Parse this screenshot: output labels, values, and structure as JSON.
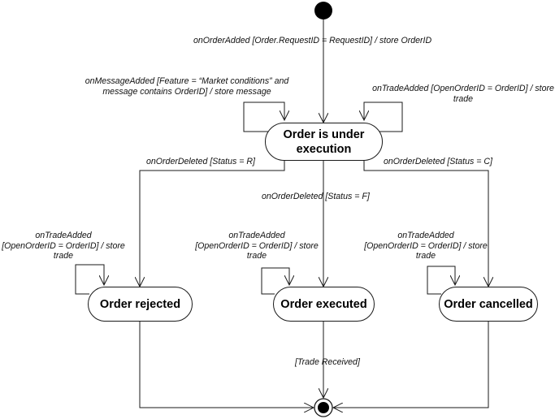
{
  "states": {
    "under_execution": {
      "line1": "Order is under",
      "line2": "execution"
    },
    "rejected": "Order rejected",
    "executed": "Order executed",
    "cancelled": "Order cancelled"
  },
  "transitions": {
    "order_added": "onOrderAdded [Order.RequestID = RequestID] / store OrderID",
    "message_added": {
      "line1": "onMessageAdded [Feature = “Market conditions” and",
      "line2": "message contains OrderID] / store message"
    },
    "trade_added_exec": {
      "line1": "onTradeAdded [OpenOrderID = OrderID] / store",
      "line2": "trade"
    },
    "deleted_r": "onOrderDeleted [Status = R]",
    "deleted_f": "onOrderDeleted [Status = F]",
    "deleted_c": "onOrderDeleted [Status = C]",
    "trade_added_rejected": {
      "line1": "onTradeAdded",
      "line2": "[OpenOrderID = OrderID] / store",
      "line3": "trade"
    },
    "trade_added_executed": {
      "line1": "onTradeAdded",
      "line2": "[OpenOrderID = OrderID] / store",
      "line3": "trade"
    },
    "trade_added_cancelled": {
      "line1": "onTradeAdded",
      "line2": "[OpenOrderID = OrderID] / store",
      "line3": "trade"
    },
    "trade_received": "[Trade Received]"
  }
}
